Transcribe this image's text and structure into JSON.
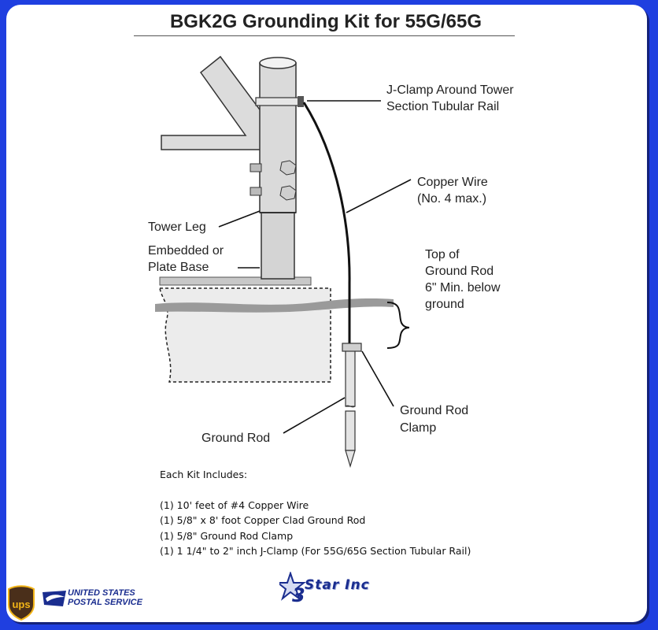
{
  "title": "BGK2G Grounding Kit for 55G/65G",
  "labels": {
    "jclamp_line1": "J-Clamp Around Tower",
    "jclamp_line2": "Section Tubular Rail",
    "copper_line1": "Copper Wire",
    "copper_line2": "(No. 4 max.)",
    "tower_leg": "Tower Leg",
    "base_line1": "Embedded or",
    "base_line2": "Plate Base",
    "top_line1": "Top of",
    "top_line2": "Ground Rod",
    "top_line3": "6\" Min. below",
    "top_line4": "ground",
    "clamp_line1": "Ground Rod",
    "clamp_line2": "Clamp",
    "ground_rod": "Ground Rod"
  },
  "kit": {
    "heading": "Each Kit Includes:",
    "items": [
      "(1) 10' feet of #4 Copper Wire",
      "(1) 5/8\" x 8' foot Copper Clad Ground Rod",
      "(1) 5/8\" Ground Rod Clamp",
      "(1) 1 1/4\" to 2\" inch J-Clamp (For 55G/65G Section Tubular Rail)"
    ]
  },
  "logos": {
    "brand": "3 Star Inc",
    "brand_text": "Star Inc",
    "ups": "ups",
    "usps_line1": "UNITED STATES",
    "usps_line2": "POSTAL SERVICE"
  },
  "colors": {
    "background": "#1f3fe0",
    "panel": "#ffffff",
    "brand": "#1a2d8f",
    "ups_brown": "#4a2f1a",
    "ups_gold": "#f2b417"
  }
}
